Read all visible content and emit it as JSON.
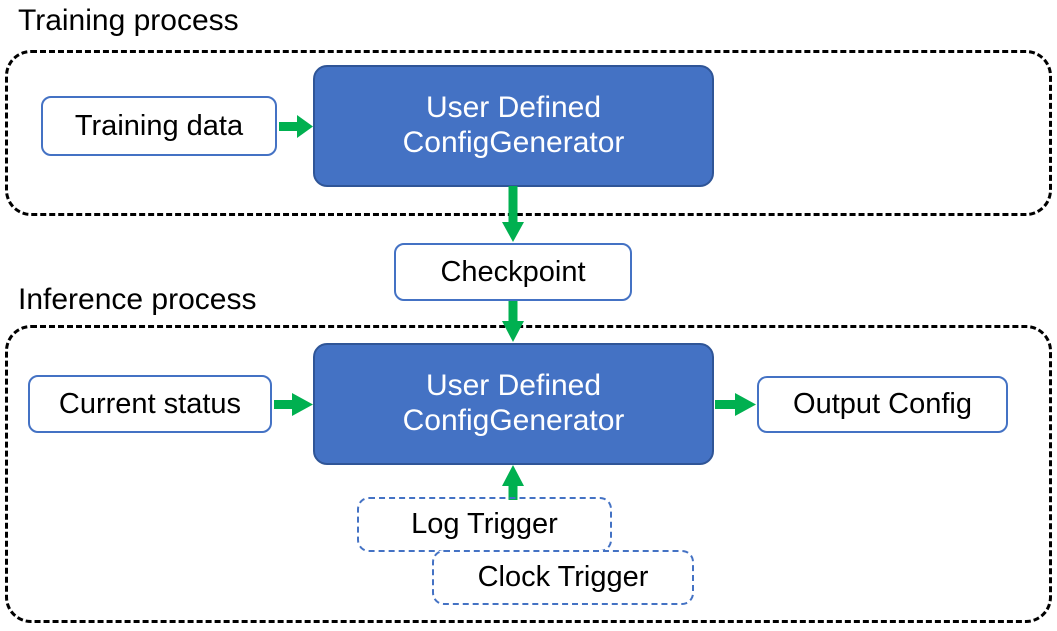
{
  "diagram": {
    "title_training": "Training process",
    "title_inference": "Inference process",
    "colors": {
      "process_fill": "#4472C4",
      "process_stroke": "#2F5597",
      "node_stroke": "#4472C4",
      "arrow": "#00B050",
      "group_stroke": "#000000",
      "text_dark": "#000000",
      "text_light": "#FFFFFF"
    }
  },
  "training": {
    "caption": "Training process",
    "input": {
      "label": "Training data"
    },
    "process": {
      "line1": "User Defined",
      "line2": "ConfigGenerator"
    }
  },
  "checkpoint": {
    "label": "Checkpoint"
  },
  "inference": {
    "caption": "Inference process",
    "input": {
      "label": "Current status"
    },
    "process": {
      "line1": "User Defined",
      "line2": "ConfigGenerator"
    },
    "output": {
      "label": "Output Config"
    },
    "triggers": [
      {
        "label": "Log Trigger"
      },
      {
        "label": "Clock Trigger"
      }
    ]
  },
  "arrows": [
    {
      "name": "training-data-to-process",
      "direction": "right"
    },
    {
      "name": "training-process-to-checkpoint",
      "direction": "down"
    },
    {
      "name": "checkpoint-to-inference-process",
      "direction": "down"
    },
    {
      "name": "current-status-to-process",
      "direction": "right"
    },
    {
      "name": "process-to-output-config",
      "direction": "right"
    },
    {
      "name": "triggers-to-process",
      "direction": "up"
    }
  ]
}
